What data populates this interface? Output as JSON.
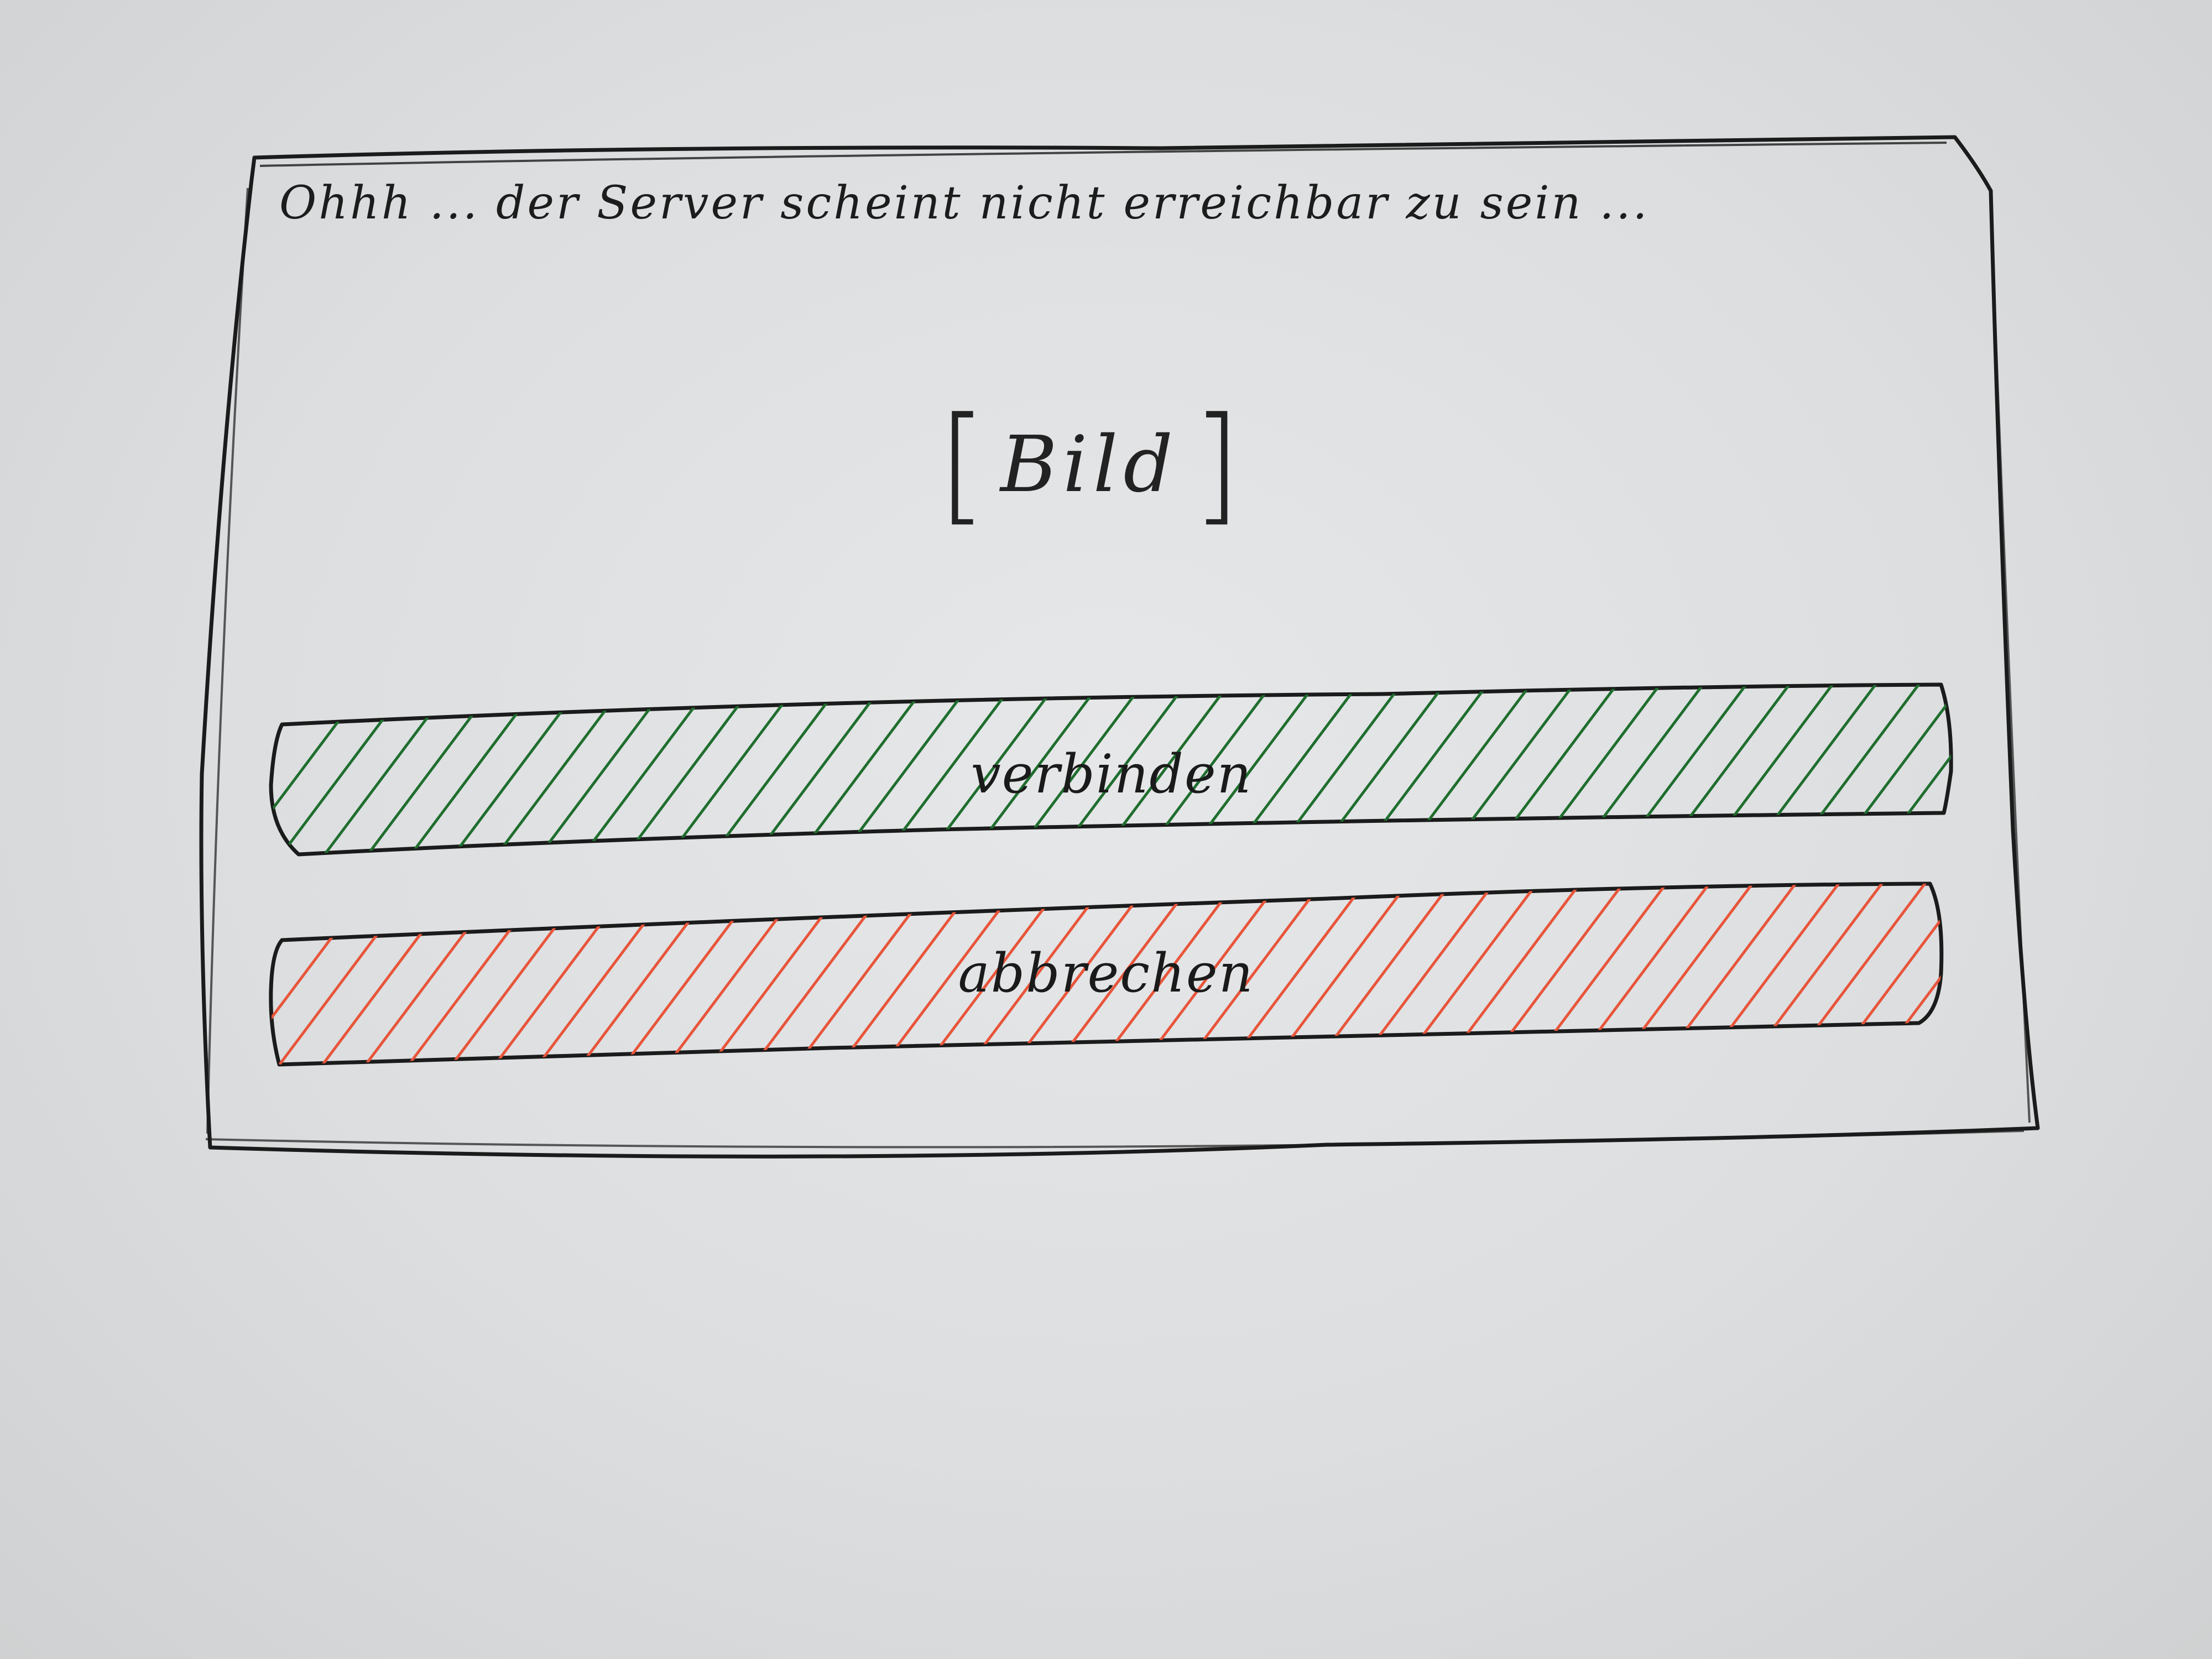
{
  "dialog": {
    "title": "Ohhh ... der Server scheint nicht erreichbar zu sein ...",
    "image_placeholder": "Bild"
  },
  "buttons": {
    "connect": {
      "label": "verbinden",
      "hatch_color": "#1f6e2e"
    },
    "cancel": {
      "label": "abbrechen",
      "hatch_color": "#e8553a"
    }
  },
  "colors": {
    "paper": "#dcdee0",
    "ink": "#1a1a1a"
  }
}
